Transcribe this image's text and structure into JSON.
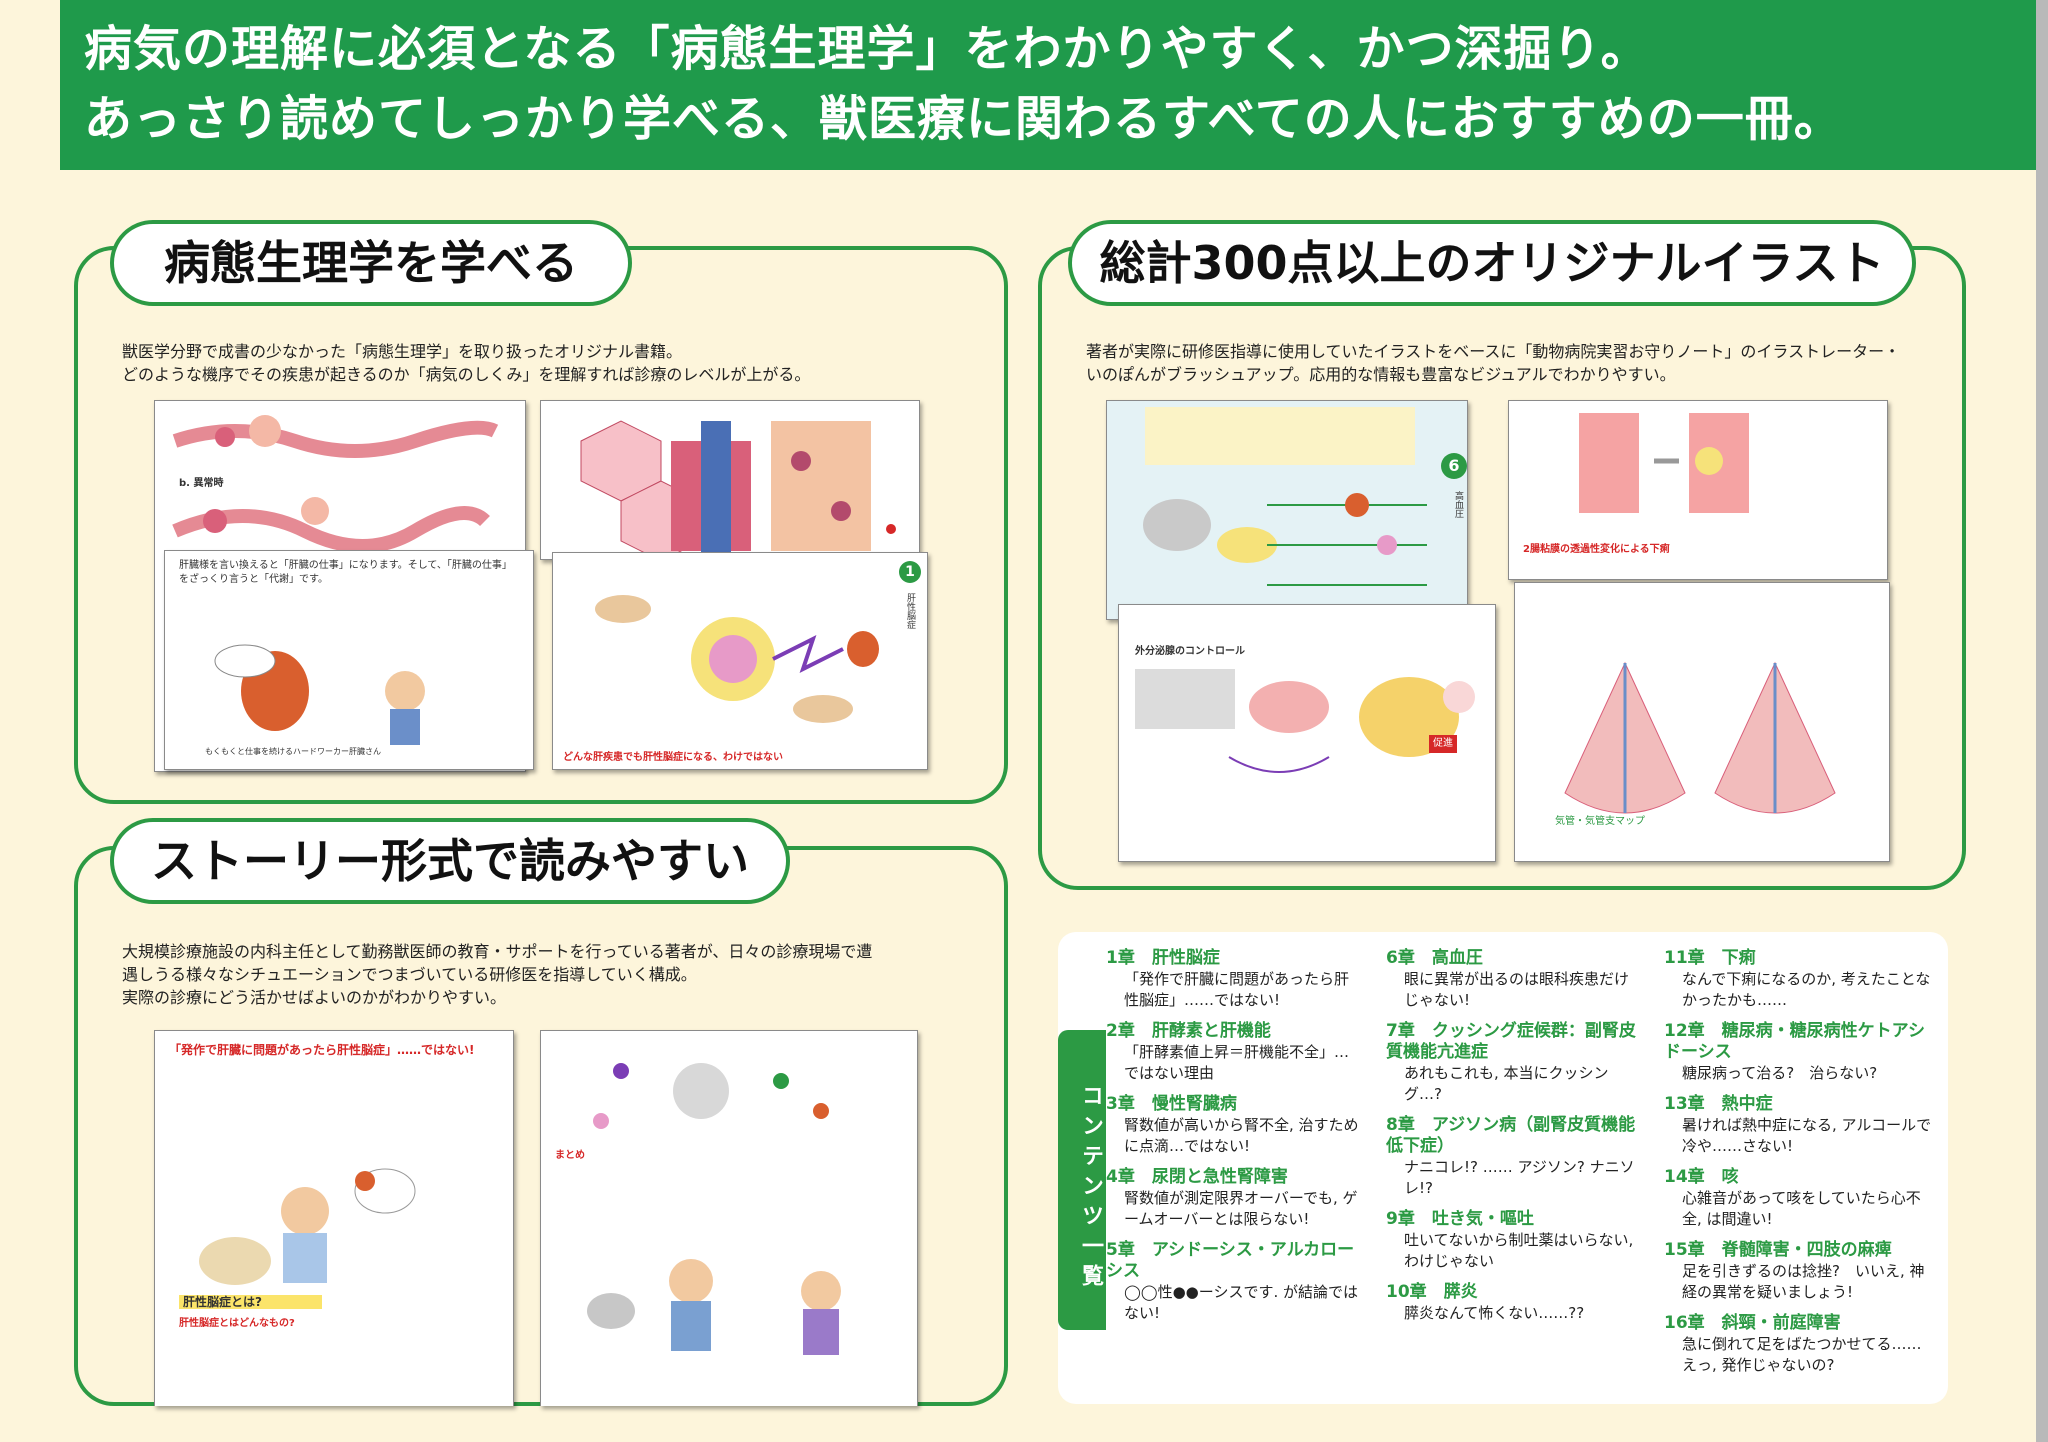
{
  "header": {
    "line1": "病気の理解に必須となる「病態生理学」をわかりやすく、かつ深掘り。",
    "line2": "あっさり読めてしっかり学べる、獣医療に関わるすべての人におすすめの一冊。"
  },
  "section1": {
    "title": "病態生理学を学べる",
    "intro1": "獣医学分野で成書の少なかった「病態生理学」を取り扱ったオリジナル書籍。",
    "intro2": "どのような機序でその疾患が起きるのか「病気のしくみ」を理解すれば診療のレベルが上がる。"
  },
  "section2": {
    "title": "総計300点以上のオリジナルイラスト",
    "intro1": "著者が実際に研修医指導に使用していたイラストをベースに「動物病院実習お守りノート」のイラストレーター・",
    "intro2": "いのぽんがブラッシュアップ。応用的な情報も豊富なビジュアルでわかりやすい。"
  },
  "section3": {
    "title": "ストーリー形式で読みやすい",
    "intro1": "大規模診療施設の内科主任として勤務獣医師の教育・サポートを行っている著者が、日々の診療現場で遭",
    "intro2": "遇しうる様々なシチュエーションでつまづいている研修医を指導していく構成。",
    "intro3": "実際の診療にどう活かせばよいのかがわかりやすい。"
  },
  "samples": {
    "s1_caption": "b. 異常時",
    "s1_text": "肝臓様を言い換えると「肝臓の仕事」になります。そして、「肝臓の仕事」をざっくり言うと「代謝」です。",
    "s1_bubble": "もくもくと仕事を続けるハードワーカー肝臓さん",
    "s2_title": "肝性脳症",
    "s2_number": "1",
    "s2_footer": "どんな肝疾患でも肝性脳症になる、わけではない",
    "s3_chapter": "6",
    "s3_side": "高血圧",
    "s4_heading": "2腸粘膜の透過性変化による下痢",
    "s5_box": "外分泌腺のコントロール",
    "s5_badge": "促進",
    "s6_caption": "気管・気管支マップ",
    "s7_title": "「発作で肝臓に問題があったら肝性脳症」……ではない!",
    "s7_sub": "肝性脳症とは?",
    "s7_sub2": "肝性脳症とはどんなもの?",
    "s8_title": "まとめ"
  },
  "contents": {
    "tab": "コンテンツ一覧",
    "chapters": [
      {
        "num": "1章　肝性脳症",
        "desc": "「発作で肝臓に問題があったら肝性脳症」……ではない!"
      },
      {
        "num": "2章　肝酵素と肝機能",
        "desc": "「肝酵素値上昇＝肝機能不全」…ではない理由"
      },
      {
        "num": "3章　慢性腎臓病",
        "desc": "腎数値が高いから腎不全, 治すために点滴…ではない!"
      },
      {
        "num": "4章　尿閉と急性腎障害",
        "desc": "腎数値が測定限界オーバーでも, ゲームオーバーとは限らない!"
      },
      {
        "num": "5章　アシドーシス・アルカローシス",
        "desc": "◯◯性●●ーシスです. が結論ではない!"
      },
      {
        "num": "6章　高血圧",
        "desc": "眼に異常が出るのは眼科疾患だけじゃない!"
      },
      {
        "num": "7章　クッシング症候群：副腎皮質機能亢進症",
        "desc": "あれもこれも, 本当にクッシング…?"
      },
      {
        "num": "8章　アジソン病（副腎皮質機能低下症）",
        "desc": "ナニコレ!? …… アジソン? ナニソレ!?"
      },
      {
        "num": "9章　吐き気・嘔吐",
        "desc": "吐いてないから制吐薬はいらない, わけじゃない"
      },
      {
        "num": "10章　膵炎",
        "desc": "膵炎なんて怖くない……??"
      },
      {
        "num": "11章　下痢",
        "desc": "なんで下痢になるのか, 考えたことなかったかも……"
      },
      {
        "num": "12章　糖尿病・糖尿病性ケトアシドーシス",
        "desc": "糖尿病って治る?　治らない?"
      },
      {
        "num": "13章　熱中症",
        "desc": "暑ければ熱中症になる, アルコールで冷や……さない!"
      },
      {
        "num": "14章　咳",
        "desc": "心雑音があって咳をしていたら心不全, は間違い!"
      },
      {
        "num": "15章　脊髄障害・四肢の麻痺",
        "desc": "足を引きずるのは捻挫?　いいえ, 神経の異常を疑いましょう!"
      },
      {
        "num": "16章　斜頸・前庭障害",
        "desc": "急に倒れて足をばたつかせてる……えっ, 発作じゃないの?"
      }
    ]
  },
  "colors": {
    "green": "#2c9a44",
    "banner": "#1f9a4b",
    "page": "#fdf5db"
  }
}
